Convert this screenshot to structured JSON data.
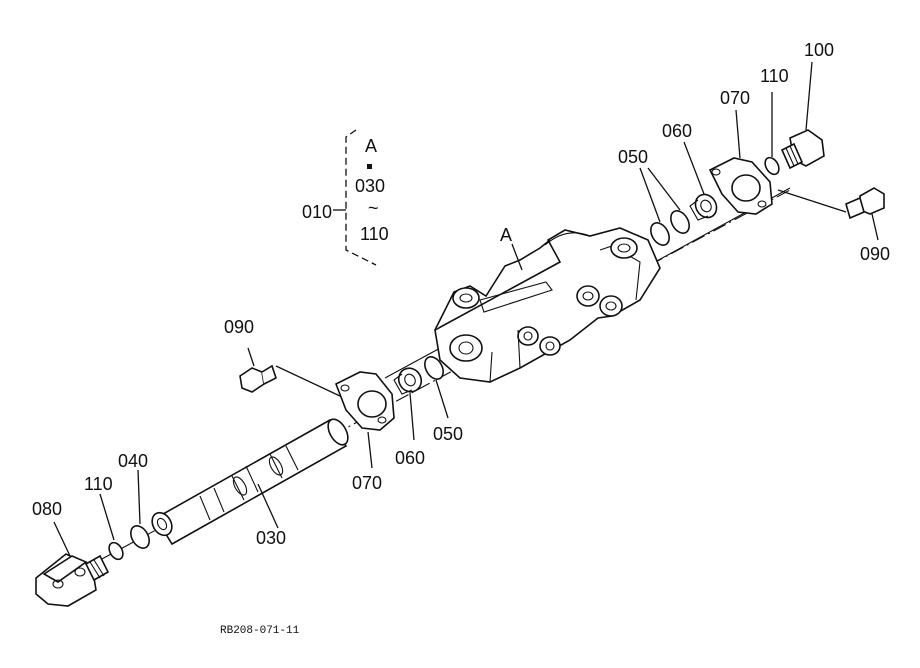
{
  "diagram": {
    "drawing_code": "RB208-071-11",
    "callouts": {
      "assembly": "010",
      "group_ref": "A",
      "range_start": "030",
      "range_sep": "~",
      "range_end": "110",
      "body_ref": "A",
      "shaft": "030",
      "oring_left": "040",
      "clevis": "080",
      "washer_left": "110",
      "bolt_left": "090",
      "flange_left": "070",
      "bushing_left": "060",
      "seal_left": "050",
      "seal_right": "050",
      "bushing_right": "060",
      "flange_right": "070",
      "washer_right": "110",
      "plug": "100",
      "bolt_right": "090"
    }
  }
}
